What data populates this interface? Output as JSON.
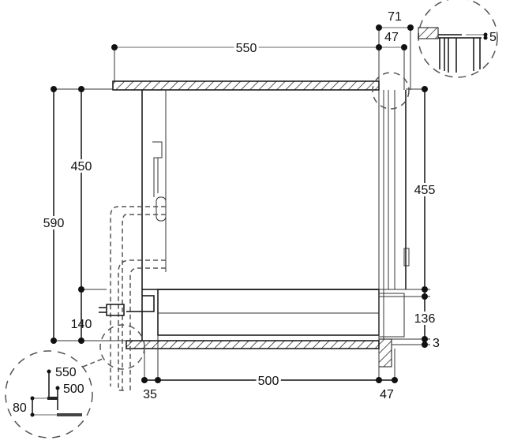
{
  "diagram": {
    "dimensions": {
      "countertop_width": "550",
      "side_outer": "71",
      "side_inner": "47",
      "detail_top_gap": "5",
      "niche_height": "450",
      "total_height": "590",
      "appliance_height": "455",
      "socket_height": "140",
      "drawer_height": "136",
      "bottom_gap": "3",
      "left_offset": "35",
      "appliance_depth": "500",
      "right_offset": "47"
    },
    "detail_bottom": {
      "depth_outer": "550",
      "depth_inner": "500",
      "step_height": "80"
    }
  }
}
